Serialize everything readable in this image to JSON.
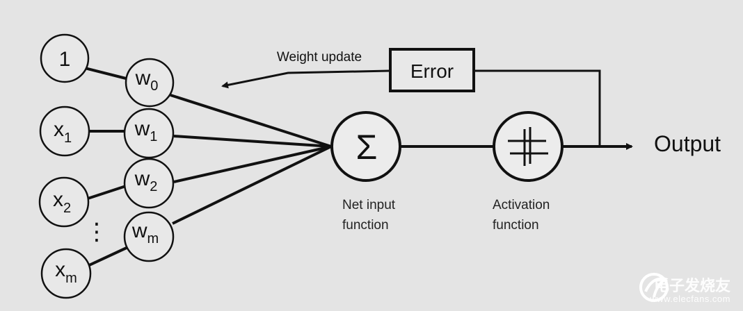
{
  "diagram": {
    "error_label": "Error",
    "weight_update_label": "Weight update",
    "output_label": "Output",
    "net_input_label_line1": "Net input",
    "net_input_label_line2": "function",
    "activation_label_line1": "Activation",
    "activation_label_line2": "function",
    "sum_symbol": "Σ",
    "vertical_dots": "⋮",
    "inputs": [
      {
        "base": "1",
        "sub": ""
      },
      {
        "base": "x",
        "sub": "1"
      },
      {
        "base": "x",
        "sub": "2"
      },
      {
        "base": "x",
        "sub": "m"
      }
    ],
    "weights": [
      {
        "base": "w",
        "sub": "0"
      },
      {
        "base": "w",
        "sub": "1"
      },
      {
        "base": "w",
        "sub": "2"
      },
      {
        "base": "w",
        "sub": "m"
      }
    ]
  },
  "watermark": {
    "chinese": "电子发烧友",
    "url": "www.elecfans.com"
  },
  "colors": {
    "background": "#e4e4e4",
    "stroke": "#111111",
    "node_fill": "#e8e8e8",
    "watermark": "#ffffff"
  }
}
